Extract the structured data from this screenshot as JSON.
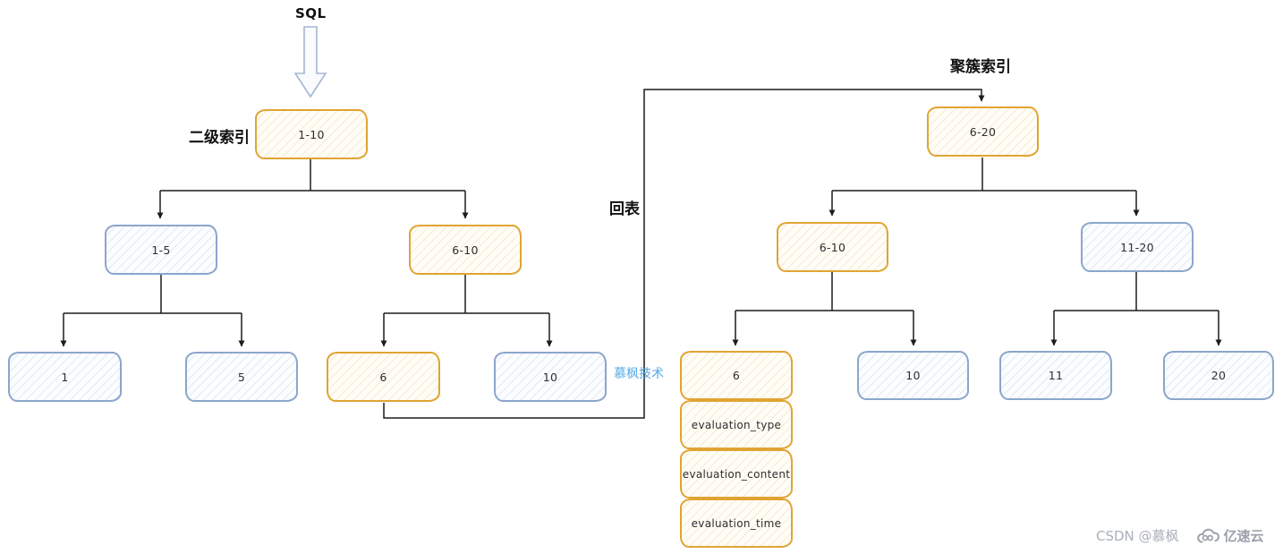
{
  "labels": {
    "sql": "SQL",
    "secondary_index": "二级索引",
    "clustered_index": "聚簇索引",
    "back_table": "回表"
  },
  "nodes": {
    "sec_root": {
      "label": "1-10"
    },
    "sec_child_left": {
      "label": "1-5"
    },
    "sec_child_right": {
      "label": "6-10"
    },
    "sec_leaf_1": {
      "label": "1"
    },
    "sec_leaf_5": {
      "label": "5"
    },
    "sec_leaf_6": {
      "label": "6"
    },
    "sec_leaf_10": {
      "label": "10"
    },
    "clu_root": {
      "label": "6-20"
    },
    "clu_child_left": {
      "label": "6-10"
    },
    "clu_child_right": {
      "label": "11-20"
    },
    "clu_leaf_6": {
      "label": "6"
    },
    "clu_leaf_10": {
      "label": "10"
    },
    "clu_leaf_11": {
      "label": "11"
    },
    "clu_leaf_20": {
      "label": "20"
    },
    "field_type": {
      "label": "evaluation_type"
    },
    "field_content": {
      "label": "evaluation_content"
    },
    "field_time": {
      "label": "evaluation_time"
    }
  },
  "watermarks": {
    "center": "慕枫技术",
    "csdn": "CSDN @慕枫",
    "yisu": "亿速云"
  },
  "colors": {
    "orange_border": "#e1a433",
    "blue_border": "#8ba6cb",
    "connector": "#1c1c1c",
    "watermark_blue": "#55a9e6",
    "watermark_gray": "#9aa1ab"
  }
}
